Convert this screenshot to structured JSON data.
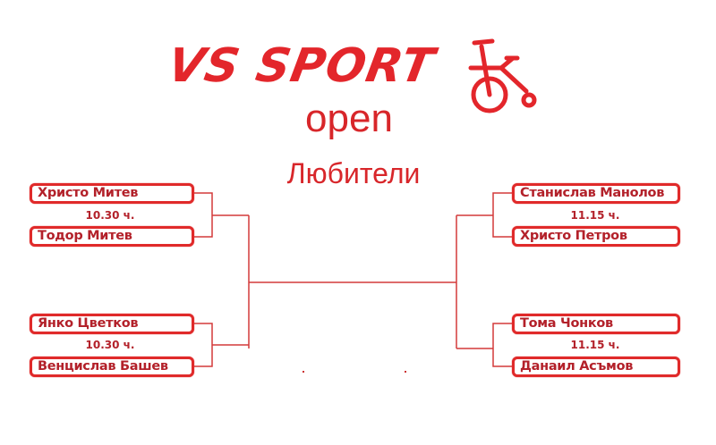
{
  "header": {
    "logo_text": "VS SPORT",
    "subtitle": "open",
    "category": "Любители"
  },
  "colors": {
    "accent": "#e3262b",
    "text": "#b3212a"
  },
  "icons": {
    "logo": "tricycle-icon"
  },
  "bracket": {
    "left": [
      {
        "players": [
          "Христо Митев",
          "Тодор Митев"
        ],
        "time": "10.30 ч."
      },
      {
        "players": [
          "Янко Цветков",
          "Венцислав Башев"
        ],
        "time": "10.30 ч."
      }
    ],
    "right": [
      {
        "players": [
          "Станислав Манолов",
          "Христо Петров"
        ],
        "time": "11.15 ч."
      },
      {
        "players": [
          "Тома Чонков",
          "Данаил Асъмов"
        ],
        "time": "11.15 ч."
      }
    ]
  }
}
